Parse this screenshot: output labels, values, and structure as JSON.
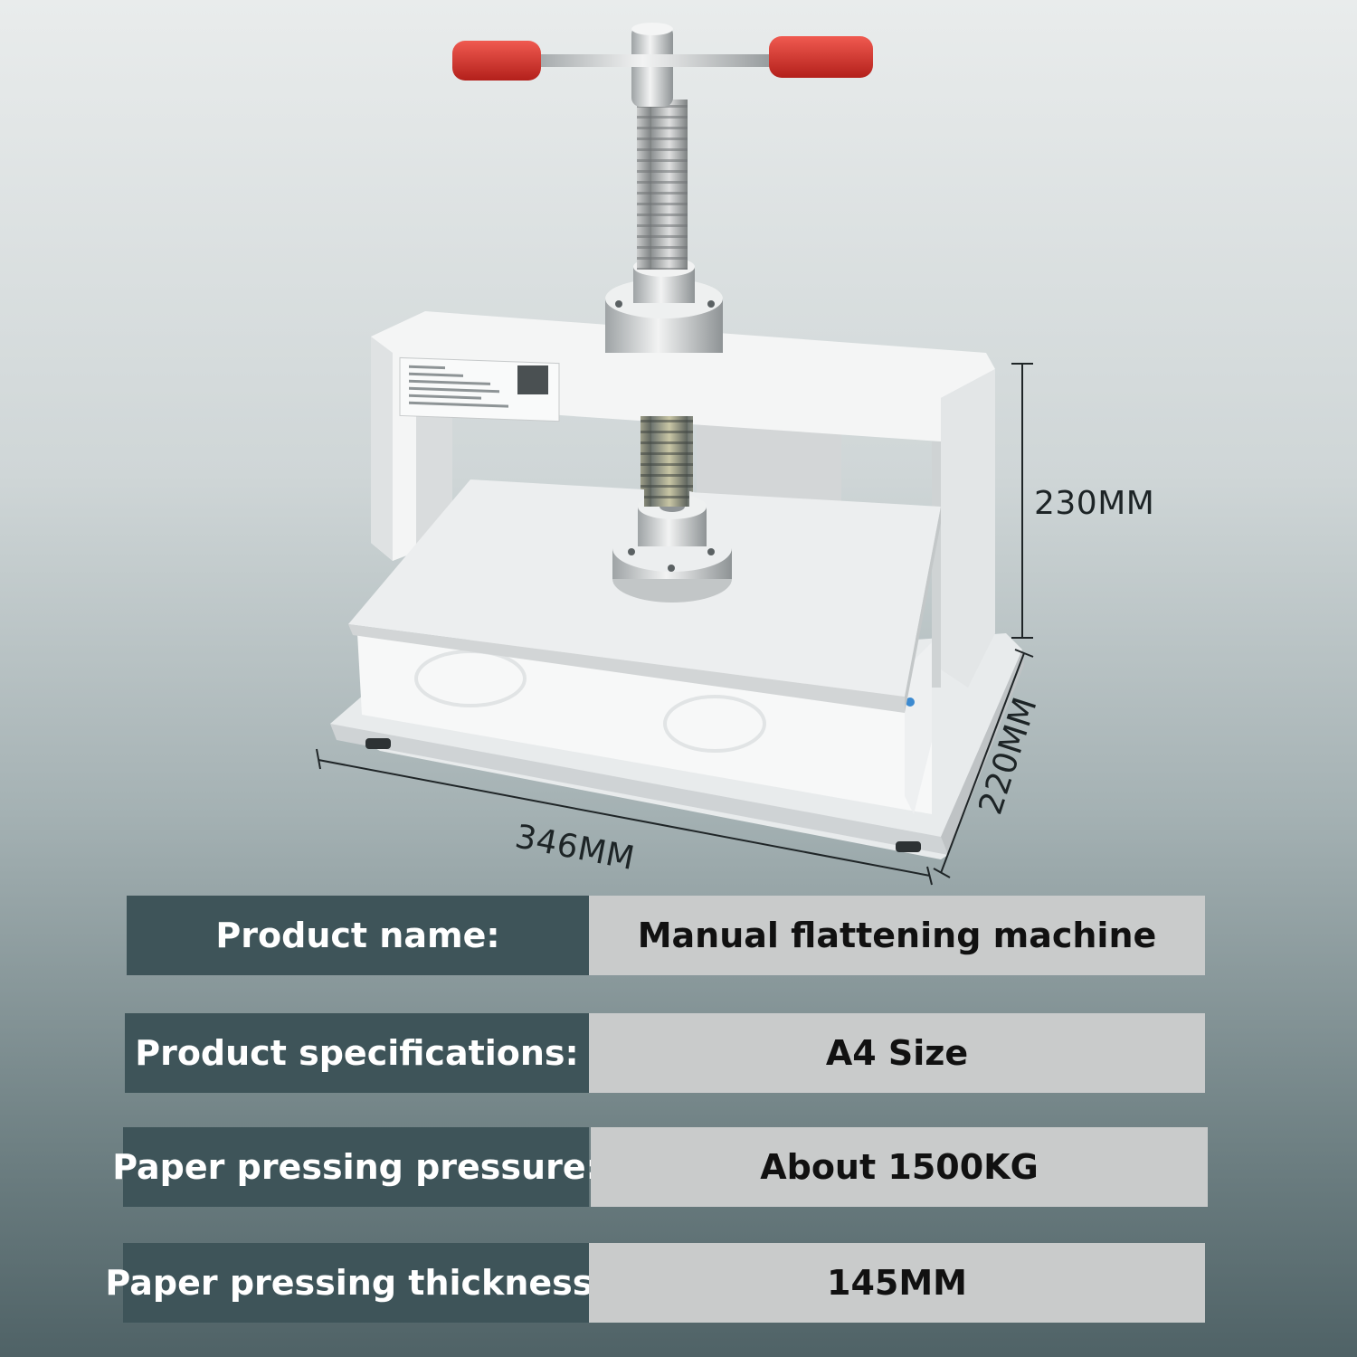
{
  "dimensions": {
    "height": "230MM",
    "depth": "220MM",
    "width": "346MM"
  },
  "specs": [
    {
      "label": "Product name:",
      "value": "Manual flattening machine"
    },
    {
      "label": "Product specifications:",
      "value": "A4 Size"
    },
    {
      "label": "Paper pressing pressure:",
      "value": "About 1500KG"
    },
    {
      "label": "Paper pressing thickness:",
      "value": "145MM"
    }
  ],
  "colors": {
    "label_bg": "#3e5459",
    "value_bg": "#c9cbcb",
    "handle_grip": "#d8322c"
  }
}
